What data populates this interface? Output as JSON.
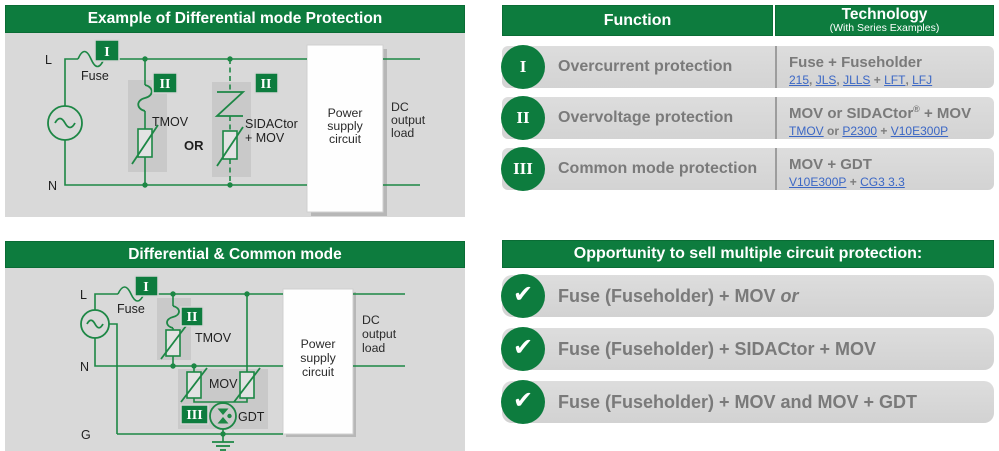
{
  "colors": {
    "brand_green": "#0d7c3e",
    "line_green": "#1d8745",
    "panel_gray": "#d9d9d9",
    "component_gray": "#c9c9c9",
    "text_gray": "#7a7a7a",
    "link_blue": "#3b67c5"
  },
  "diagram1": {
    "title": "Example of Differential mode Protection",
    "badge_overcurrent": "I",
    "badge_tmov": "II",
    "badge_sidactor": "II",
    "labels": {
      "line_l": "L",
      "line_n": "N",
      "fuse": "Fuse",
      "tmov": "TMOV",
      "or": "OR",
      "sidactor1": "SIDACtor",
      "sidactor2": "+ MOV",
      "power1": "Power",
      "power2": "supply",
      "power3": "circuit",
      "dc1": "DC",
      "dc2": "output",
      "dc3": "load"
    }
  },
  "diagram2": {
    "title": "Differential & Common mode",
    "badge_overcurrent": "I",
    "badge_tmov": "II",
    "badge_gdt": "III",
    "labels": {
      "line_l": "L",
      "line_n": "N",
      "line_g": "G",
      "fuse": "Fuse",
      "tmov": "TMOV",
      "mov": "MOV",
      "gdt": "GDT",
      "power1": "Power",
      "power2": "supply",
      "power3": "circuit",
      "dc1": "DC",
      "dc2": "output",
      "dc3": "load"
    }
  },
  "table": {
    "header": {
      "function": "Function",
      "technology": "Technology",
      "technology_sub": "(With Series Examples)"
    },
    "rows": [
      {
        "numeral": "I",
        "function": "Overcurrent protection",
        "tech_pre": "Fuse + Fuseholder",
        "tech_sup": "",
        "tech_post": "",
        "links": [
          {
            "text": "215",
            "link": true
          },
          {
            "text": ", ",
            "link": false
          },
          {
            "text": "JLS",
            "link": true
          },
          {
            "text": ", ",
            "link": false
          },
          {
            "text": "JLLS",
            "link": true
          },
          {
            "text": " + ",
            "link": false
          },
          {
            "text": "LFT",
            "link": true
          },
          {
            "text": ", ",
            "link": false
          },
          {
            "text": "LFJ",
            "link": true
          }
        ]
      },
      {
        "numeral": "II",
        "function": "Overvoltage protection",
        "tech_pre": "MOV or SIDACtor",
        "tech_sup": "®",
        "tech_post": " + MOV",
        "links": [
          {
            "text": "TMOV",
            "link": true
          },
          {
            "text": " or ",
            "link": false
          },
          {
            "text": "P2300",
            "link": true
          },
          {
            "text": " + ",
            "link": false
          },
          {
            "text": "V10E300P",
            "link": true
          }
        ]
      },
      {
        "numeral": "III",
        "function": "Common mode protection",
        "tech_pre": "MOV + GDT",
        "tech_sup": "",
        "tech_post": "",
        "links": [
          {
            "text": "V10E300P",
            "link": true
          },
          {
            "text": " + ",
            "link": false
          },
          {
            "text": "CG3 3.3",
            "link": true
          }
        ]
      }
    ]
  },
  "opportunity": {
    "title": "Opportunity to sell multiple circuit protection:",
    "check_glyph": "✔",
    "items": [
      {
        "text": "Fuse (Fuseholder) + MOV",
        "suffix_italic": "or"
      },
      {
        "text": "Fuse (Fuseholder) + SIDACtor + MOV",
        "suffix_italic": ""
      },
      {
        "text": "Fuse (Fuseholder) + MOV and MOV + GDT",
        "suffix_italic": ""
      }
    ]
  }
}
